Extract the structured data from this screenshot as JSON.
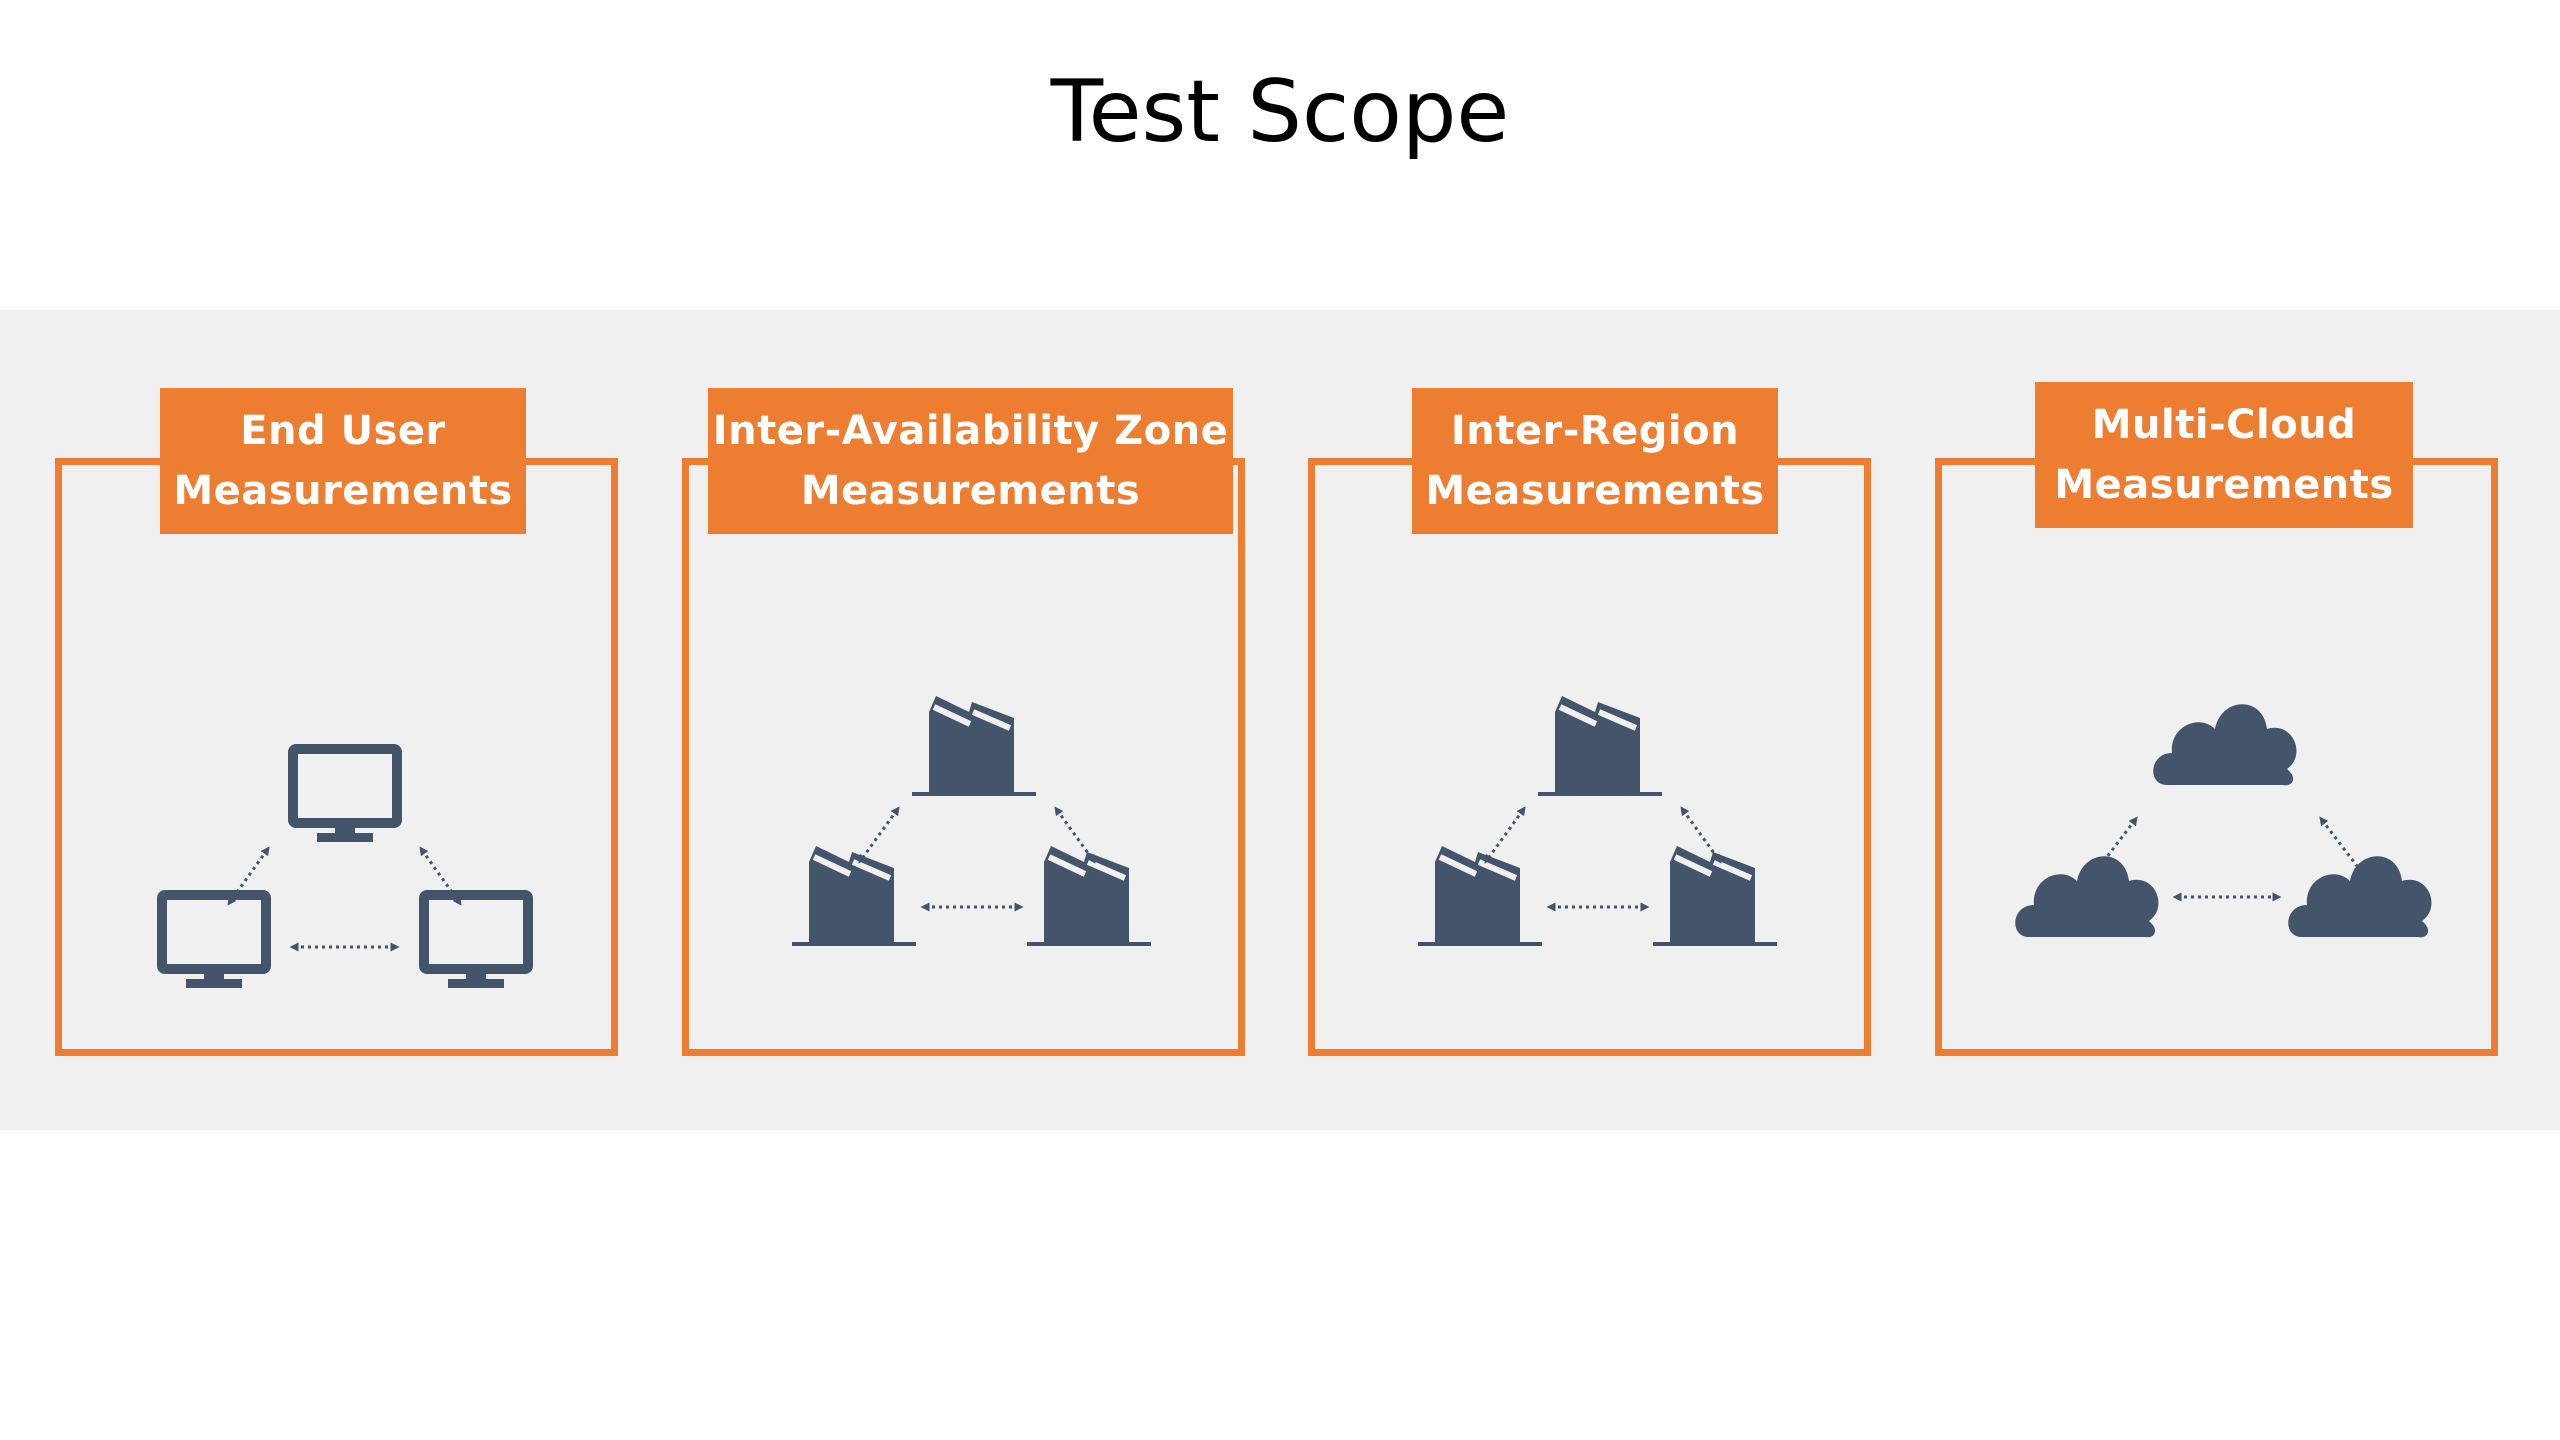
{
  "slide": {
    "title": "Test Scope"
  },
  "panels": [
    {
      "label_line1": "End User",
      "label_line2": "Measurements",
      "icon": "computer-triangle-icon"
    },
    {
      "label_line1": "Inter-Availability Zone",
      "label_line2": "Measurements",
      "icon": "datacenter-triangle-icon"
    },
    {
      "label_line1": "Inter-Region",
      "label_line2": "Measurements",
      "icon": "datacenter-triangle-icon"
    },
    {
      "label_line1": "Multi-Cloud",
      "label_line2": "Measurements",
      "icon": "cloud-triangle-icon"
    }
  ],
  "colors": {
    "accent": "#ed7d31",
    "icon": "#44546a",
    "band": "#f0f0f0"
  }
}
